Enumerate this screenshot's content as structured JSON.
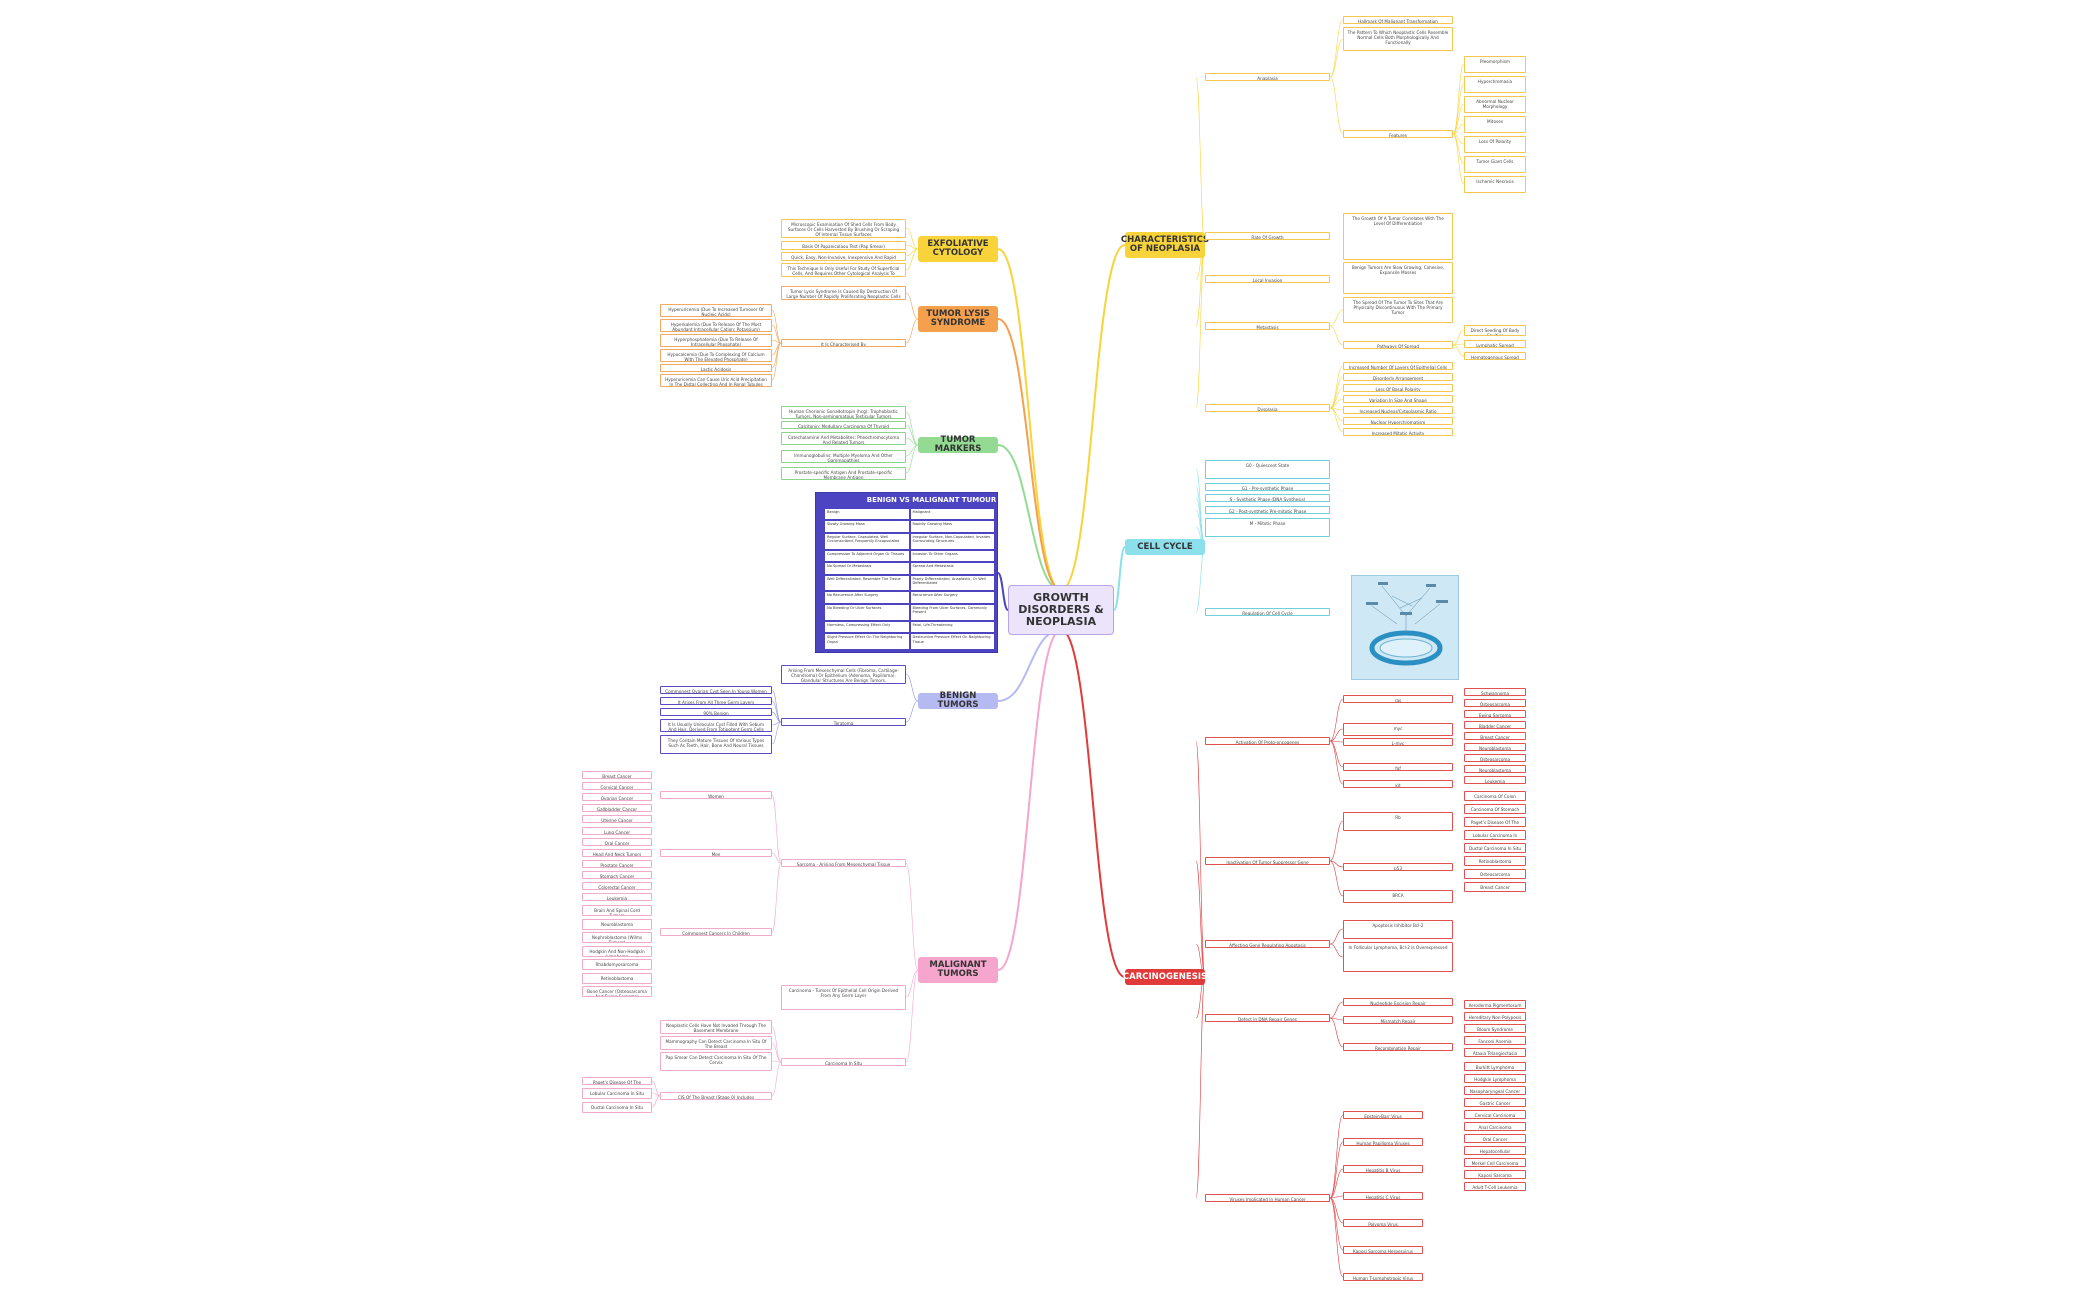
{
  "root": {
    "label": "GROWTH DISORDERS & NEOPLASIA"
  },
  "branches": [
    {
      "id": "exfoliative",
      "label": "EXFOLIATIVE CYTOLOGY",
      "color": "#f8d43a"
    },
    {
      "id": "tumor_lysis",
      "label": "TUMOR LYSIS SYNDROME",
      "color": "#f5a04d"
    },
    {
      "id": "tumor_markers",
      "label": "TUMOR MARKERS",
      "color": "#93db93"
    },
    {
      "id": "benign_tumors",
      "label": "BENIGN TUMORS",
      "color": "#b6baf2"
    },
    {
      "id": "malignant_tumors",
      "label": "MALIGNANT TUMORS",
      "color": "#f6a6cc"
    },
    {
      "id": "characteristics",
      "label": "CHARACTERISTICS OF NEOPLASIA",
      "color": "#f8d43a"
    },
    {
      "id": "cell_cycle",
      "label": "CELL CYCLE",
      "color": "#8ce0ec"
    },
    {
      "id": "carcinogenesis",
      "label": "CARCINOGENESIS",
      "color": "#e03a3a"
    }
  ],
  "exfoliative_nodes": [
    "Microscopic Examination Of Shed Cells From Body Surfaces Or Cells Harvested By Brushing Or Scraping Of Internal Tissue Surfaces",
    "Basis Of Papanicolaou Test (Pap Smear)",
    "Quick, Easy, Non-Invasive, Inexpensive And Rapid Technique",
    "This Technique Is Only Useful For Study Of Superficial Cells, And Requires Other Cytological Analysis To Confirm"
  ],
  "tumor_lysis": {
    "definition": "Tumor Lysis Syndrome Is Caused By Destruction Of Large Number Of Rapidly Proliferating Neoplastic Cells",
    "characterised_by": "It Is Characterised By",
    "items": [
      "Hyperuricemia (Due To Increased Turnover Of Nucleic Acids)",
      "Hyperkalemia (Due To Release Of The Most Abundant Intracellular Cation: Potassium)",
      "Hyperphosphatemia (Due To Release Of Intracellular Phosphate)",
      "Hypocalcemia (Due To Complexing Of Calcium With The Elevated Phosphate)",
      "Lactic Acidosis",
      "Hyperuricemia Can Cause Uric Acid Precipitation In The Distal Collecting And In Renal Tubules"
    ]
  },
  "tumor_markers": [
    "Human Chorionic Gonadotropin (hcg): Trophoblastic Tumors, Non-seminomatous Testicular Tumors",
    "Calcitonin: Medullary Carcinoma Of Thyroid",
    "Catecholamine And Metabolites: Pheochromocytoma And Related Tumors",
    "Immunoglobulins: Multiple Myeloma And Other Gammopathies",
    "Prostate-specific Antigen And Prostate-specific Membrane Antigen"
  ],
  "table": {
    "title": "BENIGN VS MALIGNANT TUMOUR",
    "rows": [
      [
        "Benign",
        "Malignant"
      ],
      [
        "Slowly Growing Mass",
        "Rapidly Growing Mass"
      ],
      [
        "Regular Surface, Capsulated, Well Circumscribed, Frequently Encapsulated",
        "Irregular Surface, Non-Capsulated, Invades Surrounding Structures"
      ],
      [
        "Compression To Adjacent Organ Or Tissues",
        "Invasion To Other Organs"
      ],
      [
        "No Spread Or Metastasis",
        "Spread And Metastasis"
      ],
      [
        "Well Differentiated, Resemble The Tissue",
        "Poorly Differentiated, Anaplastic, Or Well Differentiated"
      ],
      [
        "No Recurrence After Surgery",
        "Recurrence After Surgery"
      ],
      [
        "No Bleeding Or Ulcer Surfaces",
        "Bleeding From Ulcer Surfaces, Commonly Present"
      ],
      [
        "Harmless, Compressing Effect Only",
        "Fatal, Life-Threatening"
      ],
      [
        "Slight Pressure Effect On The Neighboring Organ",
        "Destructive Pressure Effect On Neighboring Tissue"
      ]
    ]
  },
  "benign_tumors": {
    "definition": "Arising From Mesenchymal Cells (Fibroma, Cartilage-Chondroma) Or Epithelium (Adenoma, Papilloma). Glandular Structures Are Benign Tumors.",
    "teratoma": "Teratoma",
    "items": [
      "Commonest Ovarian Cyst Seen In Young Women",
      "It Arises From All Three Germ Layers",
      "90% Benign",
      "It Is Usually Unilocular Cyst Filled With Sebum And Hair, Derived From Totipotent Germ Cells",
      "They Contain Mature Tissues Of Various Types Such As Teeth, Hair, Bone And Neural Tissues"
    ]
  },
  "malignant_tumors": {
    "sarcoma": "Sarcoma - Arising From Mesenchymal Tissue",
    "women": "Women",
    "men": "Men",
    "children": "Commonest Cancers In Children",
    "women_items": [
      "Breast Cancer",
      "Cervical Cancer",
      "Ovarian Cancer",
      "Gallbladder Cancer",
      "Uterine Cancer"
    ],
    "men_items": [
      "Lung Cancer",
      "Oral Cancer",
      "Head And Neck Tumors",
      "Prostate Cancer",
      "Stomach Cancer",
      "Colorectal Cancer",
      "Leukemia"
    ],
    "children_items": [
      "Brain And Spinal Cord Tumors",
      "Neuroblastoma",
      "Nephroblastoma (Wilms Tumors)",
      "Hodgkin And Non-Hodgkin Lymphoma",
      "Rhabdomyosarcoma",
      "Retinoblastoma",
      "Bone Cancer (Osteosarcoma And Ewing Sarcoma)"
    ],
    "carcinoma": "Carcinoma - Tumors Of Epithelial Cell Origin Derived From Any Germ Layer",
    "carcinoma_in_situ": "Carcinoma In Situ",
    "cis_items": [
      "Neoplastic Cells Have Not Invaded Through The Basement Membrane",
      "Mammography Can Detect Carcinoma In Situ Of The Breast",
      "Pap Smear Can Detect Carcinoma In Situ Of The Cervix",
      "CIS Of The Breast (Stage 0) Includes"
    ],
    "breast_items": [
      "Paget's Disease Of The Nipple",
      "Lobular Carcinoma In Situ",
      "Ductal Carcinoma In Situ"
    ]
  },
  "characteristics": {
    "anaplasia": "Anaplasia",
    "anaplasia_items": [
      "Hallmark Of Malignant Transformation",
      "The Pattern To Which Neoplastic Cells Resemble Normal Cells Both Morphologically And Functionally"
    ],
    "features": "Features",
    "feature_items": [
      "Pleomorphism",
      "Hyperchromasia",
      "Abnormal Nuclear Morphology",
      "Mitoses",
      "Loss Of Polarity",
      "Tumor Giant Cells",
      "Ischemic Necrosis"
    ],
    "rate_of_growth": "Rate Of Growth",
    "rate_text": "The Growth Of A Tumor Correlates With The Level Of Differentiation",
    "local_invasion": "Local Invasion",
    "local_text": "Benign Tumors Are Slow Growing, Cohesive, Expansile Masses",
    "metastasis": "Metastasis",
    "metastasis_text": "The Spread Of The Tumor To Sites That Are Physically Discontinuous With The Primary Tumor",
    "pathways": "Pathways Of Spread",
    "pathway_items": [
      "Direct Seeding Of Body Cavities",
      "Lymphatic Spread",
      "Hematogenous Spread"
    ],
    "dysplasia": "Dysplasia",
    "dysplasia_items": [
      "Increased Number Of Layers Of Epithelial Cells",
      "Disorderly Arrangement",
      "Loss Of Basal Polarity",
      "Variation In Size And Shape",
      "Increased Nuclear/Cytoplasmic Ratio",
      "Nuclear Hyperchromatism",
      "Increased Mitotic Activity"
    ]
  },
  "cell_cycle": {
    "items": [
      "G0 - Quiescent State",
      "G1 - Pre-synthetic Phase",
      "S - Synthetic Phase (DNA Synthesis)",
      "G2 - Post-synthetic Pre-mitotic Phase",
      "M - Mitotic Phase"
    ],
    "regulation": "Regulation Of Cell Cycle"
  },
  "carcinogenesis": {
    "activation": "Activation Of Proto-oncogenes",
    "activation_items": [
      "ras",
      "myc",
      "L-myc",
      "fgf",
      "kit"
    ],
    "activation_leaves": [
      "Schwannoma",
      "Osteosarcoma",
      "Ewing Sarcoma",
      "Bladder Cancer",
      "Breast Cancer",
      "Neuroblastoma",
      "Osteosarcoma",
      "Neuroblastoma",
      "Leukemia"
    ],
    "inactivation": "Inactivation Of Tumor Suppressor Gene",
    "inact_items": [
      "Rb",
      "p53",
      "BRCA"
    ],
    "inact_leaves": [
      "Carcinoma Of Colon",
      "Carcinoma Of Stomach",
      "Paget's Disease Of The Nipple",
      "Lobular Carcinoma In Situ",
      "Ductal Carcinoma In Situ",
      "Retinoblastoma",
      "Osteosarcoma",
      "Breast Cancer"
    ],
    "apoptosis": "Affecting Gene Regulating Apoptosis",
    "apoptosis_items": [
      "Apoptosis Inhibitor Bcl-2",
      "In Follicular Lymphoma, Bcl-2 Is Overexpressed"
    ],
    "dna_repair": "Defect In DNA Repair Genes",
    "dna_items": [
      "Nucleotide Excision Repair",
      "Mismatch Repair",
      "Recombination Repair"
    ],
    "dna_leaves": [
      "Xeroderma Pigmentosum",
      "Hereditary Non-Polyposis Colorectal Carcinoma",
      "Bloom Syndrome",
      "Fanconi Anemia",
      "Ataxia Telangiectasia"
    ],
    "viruses": "Viruses Implicated In Human Cancer",
    "virus_items": [
      "Epstein-Barr Virus",
      "Human Papilloma Viruses",
      "Hepatitis B Virus",
      "Hepatitis C Virus",
      "Polyoma Virus",
      "Kaposi Sarcoma Herpesvirus",
      "Human T-Lymphotropic Virus"
    ],
    "virus_leaves": [
      "Burkitt Lymphoma",
      "Hodgkin Lymphoma",
      "Nasopharyngeal Cancer",
      "Gastric Cancer",
      "Cervical Carcinoma",
      "Anal Carcinoma",
      "Oral Cancer",
      "Hepatocellular Carcinoma",
      "Merkel Cell Carcinoma",
      "Kaposi Sarcoma",
      "Adult T-Cell Leukemia"
    ]
  }
}
